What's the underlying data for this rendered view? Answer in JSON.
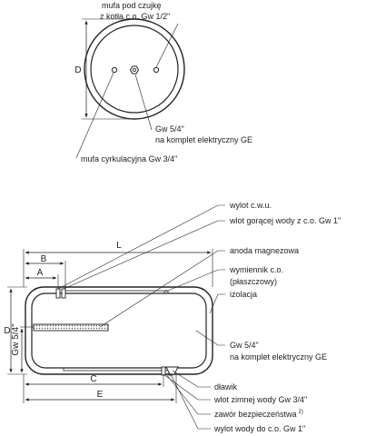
{
  "top_view": {
    "dim_d": "D",
    "sensor_sleeve_line1": "mufa pod czujkę",
    "sensor_sleeve_line2": "z kotła c.o. Gw 1/2\"",
    "electric_set_line1": "Gw 5/4\"",
    "electric_set_line2": "na komplet elektryczny GE",
    "circulation_sleeve": "mufa cyrkulacyjna Gw 3/4\""
  },
  "side_view": {
    "dim_l": "L",
    "dim_b": "B",
    "dim_a": "A",
    "dim_d": "D",
    "dim_gw": "Gw 5/4\"",
    "dim_c": "C",
    "dim_e": "E",
    "hot_water_outlet": "wylot c.w.u.",
    "hot_water_inlet": "wlot gorącej wody z c.o. Gw 1\"",
    "magnesium_anode": "anoda magnezowa",
    "heat_exchanger_line1": "wymiennik c.o.",
    "heat_exchanger_line2": "(płaszczowy)",
    "insulation": "izolacja",
    "electric_set_line1": "Gw 5/4\"",
    "electric_set_line2": "na komplet elektryczny GE",
    "choke": "dławik",
    "cold_water_inlet": "wlot zimnej wody Gw 3/4\"",
    "safety_valve": "zawór bezpieczeństwa",
    "safety_valve_note": "2)",
    "water_outlet_co": "wylot wody do c.o. Gw 1\""
  }
}
